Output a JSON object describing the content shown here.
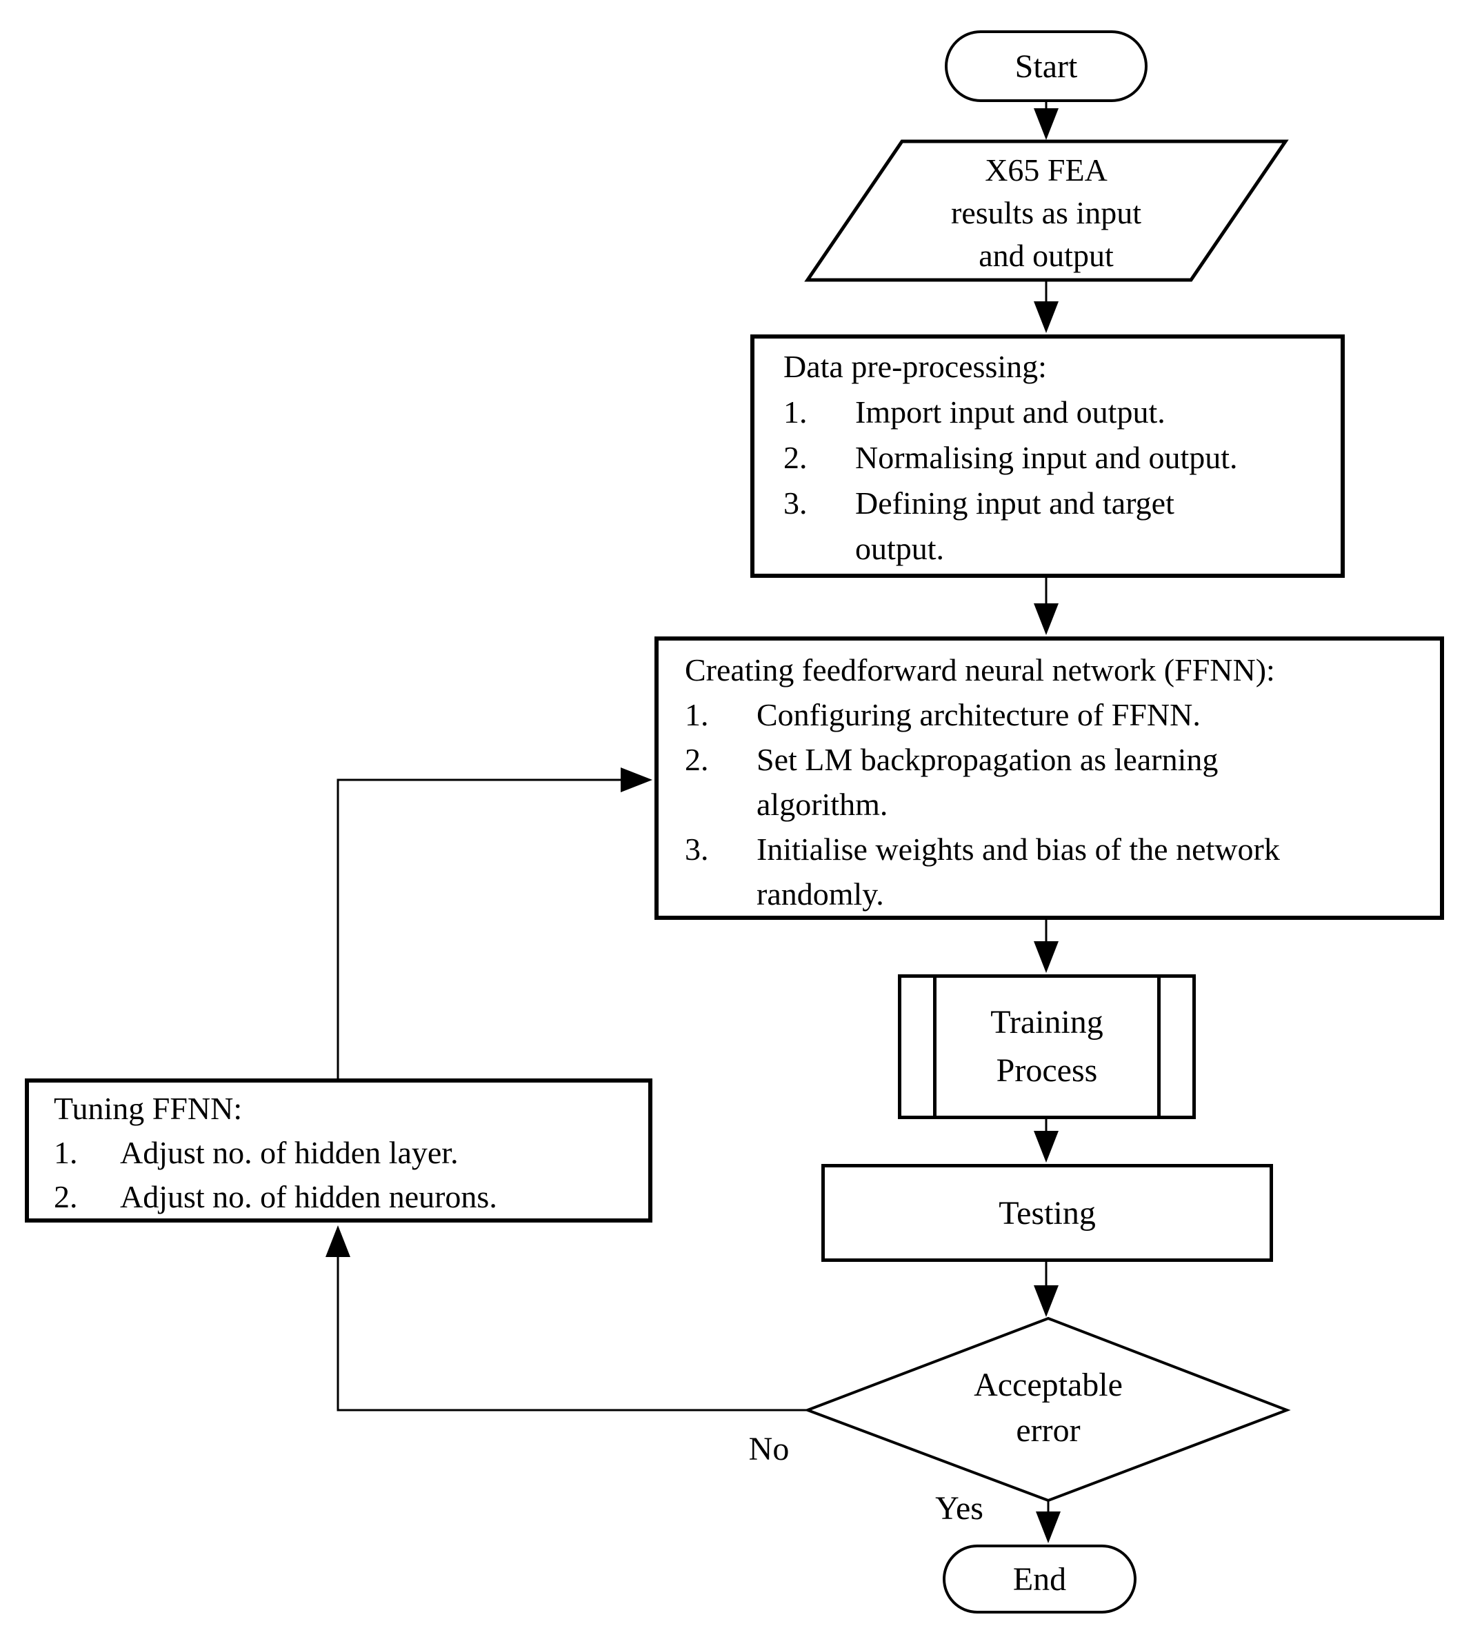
{
  "nodes": {
    "start": {
      "label": "Start"
    },
    "io": {
      "lines": [
        "X65 FEA",
        "results as input",
        "and output"
      ]
    },
    "preprocess": {
      "title": "Data pre-processing:",
      "items": [
        {
          "n": "1.",
          "lines": [
            "Import input and output."
          ]
        },
        {
          "n": "2.",
          "lines": [
            "Normalising input and output."
          ]
        },
        {
          "n": "3.",
          "lines": [
            "Defining input and target",
            "output."
          ]
        }
      ]
    },
    "ffnn": {
      "title": "Creating feedforward neural network (FFNN):",
      "items": [
        {
          "n": "1.",
          "lines": [
            "Configuring architecture of FFNN."
          ]
        },
        {
          "n": "2.",
          "lines": [
            "Set LM backpropagation as learning",
            "algorithm."
          ]
        },
        {
          "n": "3.",
          "lines": [
            "Initialise weights and bias of the network",
            "randomly."
          ]
        }
      ]
    },
    "training": {
      "lines": [
        "Training",
        "Process"
      ]
    },
    "testing": {
      "label": "Testing"
    },
    "decision": {
      "lines": [
        "Acceptable",
        "error"
      ]
    },
    "tuning": {
      "title": "Tuning FFNN:",
      "items": [
        {
          "n": "1.",
          "lines": [
            "Adjust no. of hidden layer."
          ]
        },
        {
          "n": "2.",
          "lines": [
            "Adjust no. of hidden neurons."
          ]
        }
      ]
    },
    "end": {
      "label": "End"
    }
  },
  "edges": {
    "yes_label": "Yes",
    "no_label": "No"
  },
  "colors": {
    "stroke": "#000000",
    "background": "#ffffff"
  }
}
